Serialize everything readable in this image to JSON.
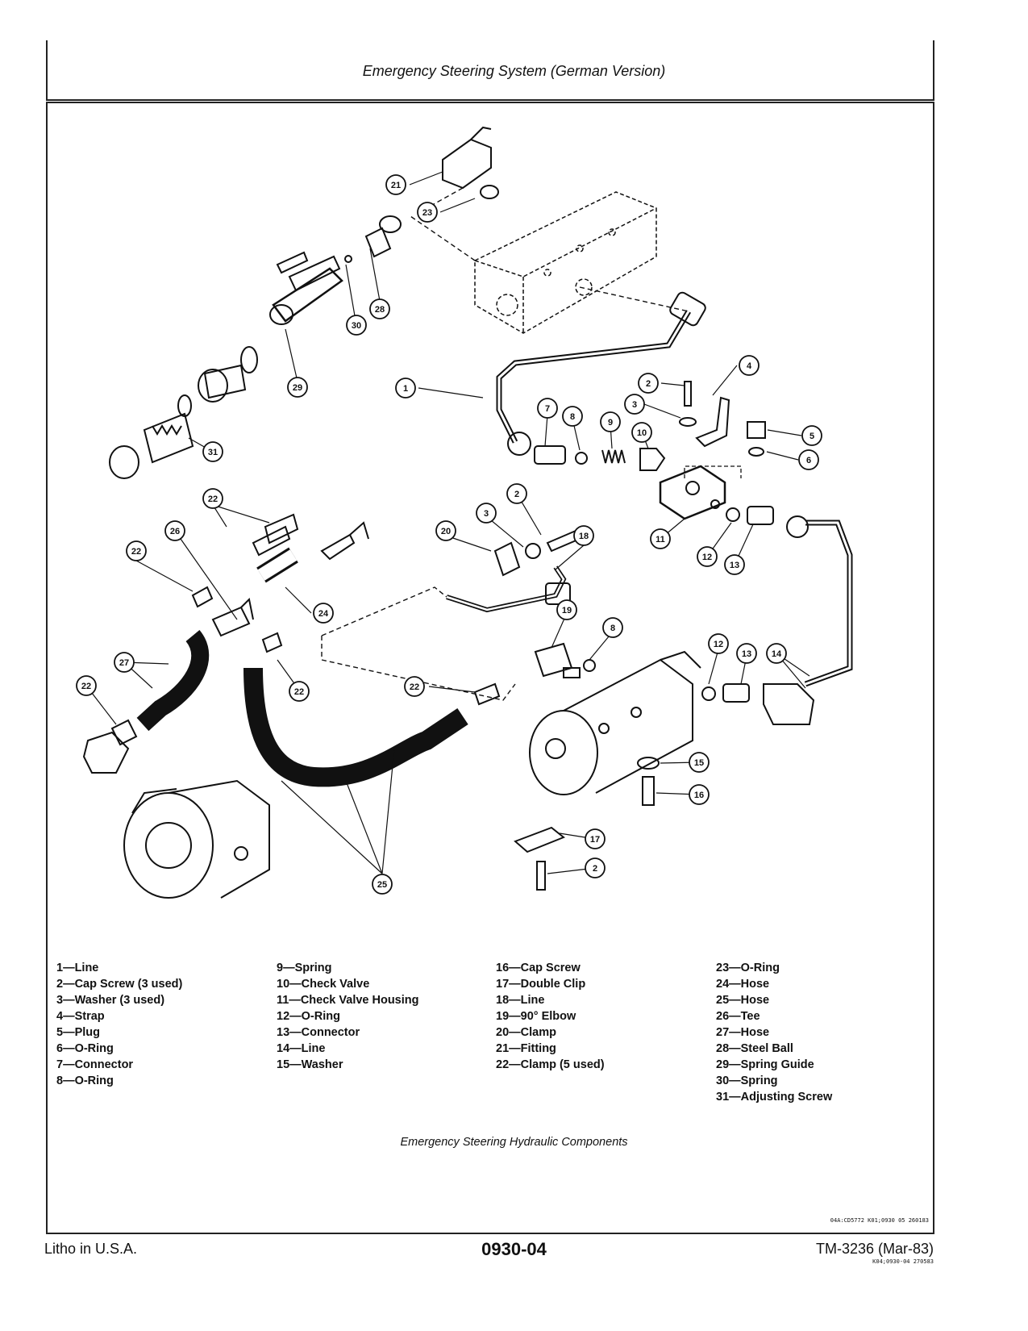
{
  "header": {
    "title": "Emergency Steering System (German Version)"
  },
  "diagram": {
    "callouts": [
      "21",
      "23",
      "30",
      "28",
      "29",
      "31",
      "1",
      "2",
      "4",
      "3",
      "7",
      "8",
      "9",
      "10",
      "5",
      "6",
      "11",
      "12",
      "13",
      "2",
      "3",
      "20",
      "18",
      "22",
      "26",
      "22",
      "24",
      "22",
      "27",
      "22",
      "19",
      "8",
      "22",
      "12",
      "13",
      "14",
      "15",
      "16",
      "17",
      "2",
      "25"
    ]
  },
  "legend": {
    "columns": [
      [
        "1—Line",
        "2—Cap Screw (3 used)",
        "3—Washer (3 used)",
        "4—Strap",
        "5—Plug",
        "6—O-Ring",
        "7—Connector",
        "8—O-Ring"
      ],
      [
        "9—Spring",
        "10—Check Valve",
        "11—Check Valve Housing",
        "12—O-Ring",
        "13—Connector",
        "14—Line",
        "15—Washer"
      ],
      [
        "16—Cap Screw",
        "17—Double Clip",
        "18—Line",
        "19—90° Elbow",
        "20—Clamp",
        "21—Fitting",
        "22—Clamp (5 used)"
      ],
      [
        "23—O-Ring",
        "24—Hose",
        "25—Hose",
        "26—Tee",
        "27—Hose",
        "28—Steel Ball",
        "29—Spring Guide",
        "30—Spring",
        "31—Adjusting Screw"
      ]
    ]
  },
  "caption": "Emergency Steering Hydraulic Components",
  "ref_code": "04A:CD5772  K01;0930  05  260183",
  "footer": {
    "left": "Litho in U.S.A.",
    "center": "0930-04",
    "right": "TM-3236 (Mar-83)",
    "right_sub": "K04;0930-04  270583"
  }
}
